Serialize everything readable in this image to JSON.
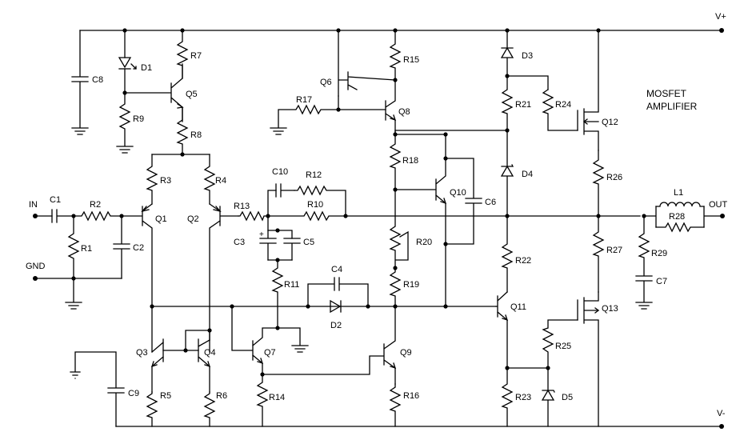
{
  "title": [
    "MOSFET",
    "AMPLIFIER"
  ],
  "rails": {
    "positive": "V+",
    "negative": "V-"
  },
  "ports": {
    "input": "IN",
    "ground": "GND",
    "output": "OUT"
  },
  "resistors": [
    "R1",
    "R2",
    "R3",
    "R4",
    "R5",
    "R6",
    "R7",
    "R8",
    "R9",
    "R10",
    "R11",
    "R12",
    "R13",
    "R14",
    "R15",
    "R16",
    "R17",
    "R18",
    "R19",
    "R20",
    "R21",
    "R22",
    "R23",
    "R24",
    "R25",
    "R26",
    "R27",
    "R28",
    "R29"
  ],
  "capacitors": [
    "C1",
    "C2",
    "C3",
    "C4",
    "C5",
    "C6",
    "C7",
    "C8",
    "C9",
    "C10"
  ],
  "diodes": [
    "D1",
    "D2",
    "D3",
    "D4",
    "D5"
  ],
  "transistors": [
    "Q1",
    "Q2",
    "Q3",
    "Q4",
    "Q5",
    "Q6",
    "Q7",
    "Q8",
    "Q9",
    "Q10",
    "Q11",
    "Q12",
    "Q13"
  ],
  "inductors": [
    "L1"
  ],
  "symbols": {
    "polarity_plus": "+"
  },
  "labels": {
    "R1": "R1",
    "R2": "R2",
    "R3": "R3",
    "R4": "R4",
    "R5": "R5",
    "R6": "R6",
    "R7": "R7",
    "R8": "R8",
    "R9": "R9",
    "R10": "R10",
    "R11": "R11",
    "R12": "R12",
    "R13": "R13",
    "R14": "R14",
    "R15": "R15",
    "R16": "R16",
    "R17": "R17",
    "R18": "R18",
    "R19": "R19",
    "R20": "R20",
    "R21": "R21",
    "R22": "R22",
    "R23": "R23",
    "R24": "R24",
    "R25": "R25",
    "R26": "R26",
    "R27": "R27",
    "R28": "R28",
    "R29": "R29",
    "C1": "C1",
    "C2": "C2",
    "C3": "C3",
    "C4": "C4",
    "C5": "C5",
    "C6": "C6",
    "C7": "C7",
    "C8": "C8",
    "C9": "C9",
    "C10": "C10",
    "D1": "D1",
    "D2": "D2",
    "D3": "D3",
    "D4": "D4",
    "D5": "D5",
    "Q1": "Q1",
    "Q2": "Q2",
    "Q3": "Q3",
    "Q4": "Q4",
    "Q5": "Q5",
    "Q6": "Q6",
    "Q7": "Q7",
    "Q8": "Q8",
    "Q9": "Q9",
    "Q10": "Q10",
    "Q11": "Q11",
    "Q12": "Q12",
    "Q13": "Q13",
    "L1": "L1"
  }
}
